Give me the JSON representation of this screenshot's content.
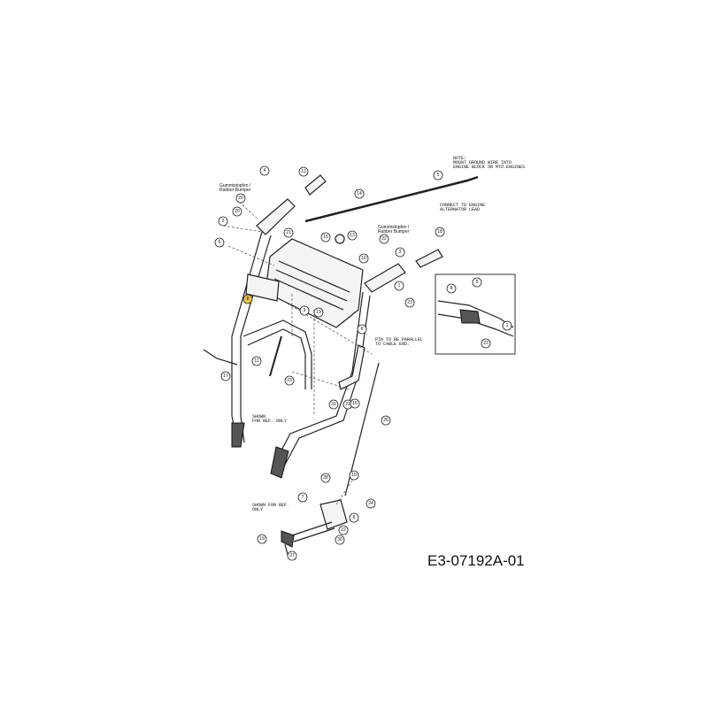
{
  "notes": {
    "ground_note_1": "NOTE:",
    "ground_note_2": "MOUNT GROUND WIRE INTO",
    "ground_note_3": "ENGINE BLOCK ON MTD ENGINES",
    "alternator_1": "CONNECT TO ENGINE",
    "alternator_2": "ALTERNATOR LEAD",
    "bumper_left_1": "Gummistopfen /",
    "bumper_left_2": "Rubber Bumper",
    "bumper_right_1": "Gummistopfen /",
    "bumper_right_2": "Rubber Bumper",
    "pin_1": "PIN TO BE PARALLEL",
    "pin_2": "TO CABLE END.",
    "shown_ref_1a": "SHOWN",
    "shown_ref_1b": "FOR REF. ONLY",
    "shown_ref_2a": "SHOWN FOR REF.",
    "shown_ref_2b": "ONLY"
  },
  "callouts": [
    "4",
    "12",
    "14",
    "5",
    "20",
    "20",
    "2",
    "6",
    "21",
    "13",
    "15",
    "22",
    "10",
    "3",
    "18",
    "1",
    "23",
    "8",
    "9",
    "19",
    "6",
    "17",
    "11",
    "23",
    "31",
    "21",
    "16",
    "26",
    "28",
    "10",
    "7",
    "24",
    "8",
    "22",
    "30",
    "19",
    "27",
    "8",
    "6",
    "1",
    "23"
  ],
  "highlight_color": "#e8c64a",
  "drawing_number": "E3-07192A-01"
}
